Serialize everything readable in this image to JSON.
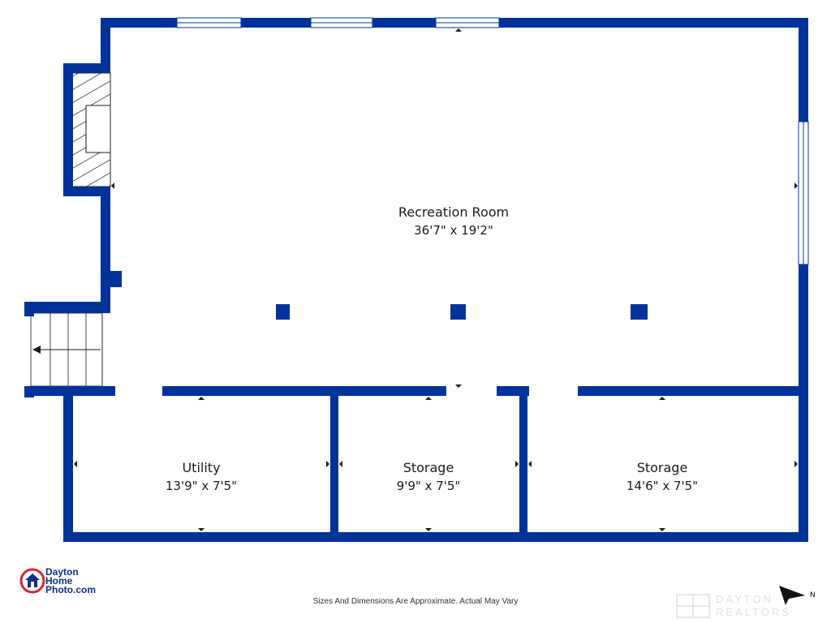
{
  "colors": {
    "wall": "#003399",
    "fill": "#ffffff",
    "hatch": "#1b1b1b",
    "text": "#1b1b1b"
  },
  "rooms": [
    {
      "name": "Recreation Room",
      "dimensions": "36'7\" x 19'2\""
    },
    {
      "name": "Utility",
      "dimensions": "13'9\" x 7'5\""
    },
    {
      "name": "Storage",
      "dimensions": "9'9\" x 7'5\""
    },
    {
      "name": "Storage",
      "dimensions": "14'6\" x 7'5\""
    }
  ],
  "logo": {
    "line1": "Dayton",
    "line2": "Home",
    "line3": "Photo.com",
    "icon": "house-icon"
  },
  "disclaimer": "Sizes And Dimensions Are Approximate. Actual May Vary",
  "compass": {
    "label": "N",
    "icon": "north-arrow-icon"
  },
  "watermark": {
    "line1": "DAYTON",
    "line2": "REALTORS"
  }
}
